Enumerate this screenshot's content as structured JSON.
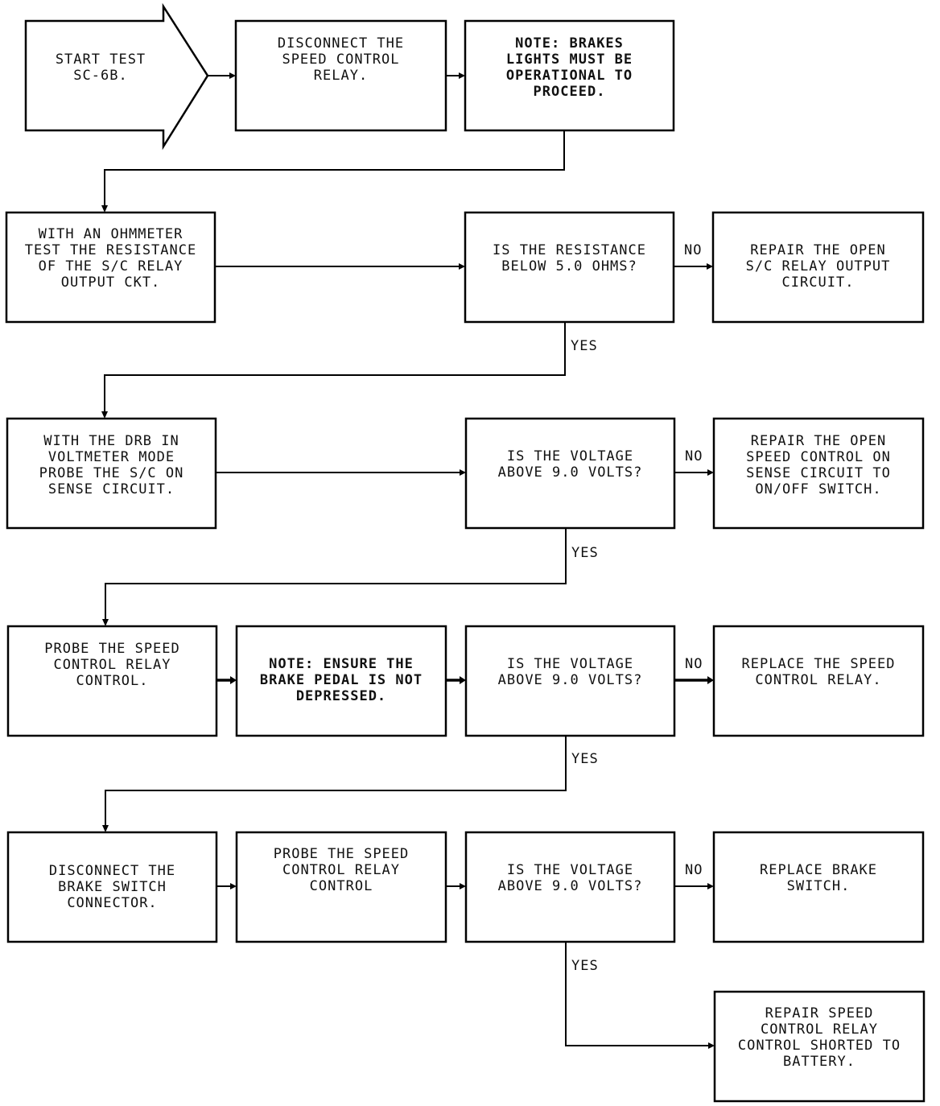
{
  "nodes": {
    "start": "START TEST\nSC-6B.",
    "disconnect_relay": "DISCONNECT THE\nSPEED CONTROL\nRELAY.",
    "note_brakes": "NOTE: BRAKES\nLIGHTS MUST BE\nOPERATIONAL TO\nPROCEED.",
    "ohmmeter_test": "WITH AN OHMMETER\nTEST THE RESISTANCE\nOF THE S/C RELAY\nOUTPUT CKT.",
    "q_resistance": "IS THE RESISTANCE\nBELOW 5.0 OHMS?",
    "repair_output": "REPAIR THE OPEN\nS/C RELAY OUTPUT\nCIRCUIT.",
    "drb_probe": "WITH THE DRB IN\nVOLTMETER MODE\nPROBE THE S/C ON\nSENSE CIRCUIT.",
    "q_voltage_1": "IS THE VOLTAGE\nABOVE 9.0 VOLTS?",
    "repair_sense": "REPAIR THE OPEN\nSPEED CONTROL ON\nSENSE CIRCUIT TO\nON/OFF SWITCH.",
    "probe_control_1": "PROBE THE SPEED\nCONTROL RELAY\nCONTROL.",
    "note_brake_pedal": "NOTE: ENSURE THE\nBRAKE PEDAL IS NOT\nDEPRESSED.",
    "q_voltage_2": "IS THE VOLTAGE\nABOVE 9.0 VOLTS?",
    "replace_relay": "REPLACE THE SPEED\nCONTROL RELAY.",
    "disconnect_switch": "DISCONNECT THE\nBRAKE SWITCH\nCONNECTOR.",
    "probe_control_2": "PROBE THE SPEED\nCONTROL RELAY\nCONTROL",
    "q_voltage_3": "IS THE VOLTAGE\nABOVE 9.0 VOLTS?",
    "replace_brake_switch": "REPLACE BRAKE\nSWITCH.",
    "repair_shorted": "REPAIR SPEED\nCONTROL RELAY\nCONTROL SHORTED TO\nBATTERY."
  },
  "edges": {
    "no": "NO",
    "yes": "YES"
  }
}
